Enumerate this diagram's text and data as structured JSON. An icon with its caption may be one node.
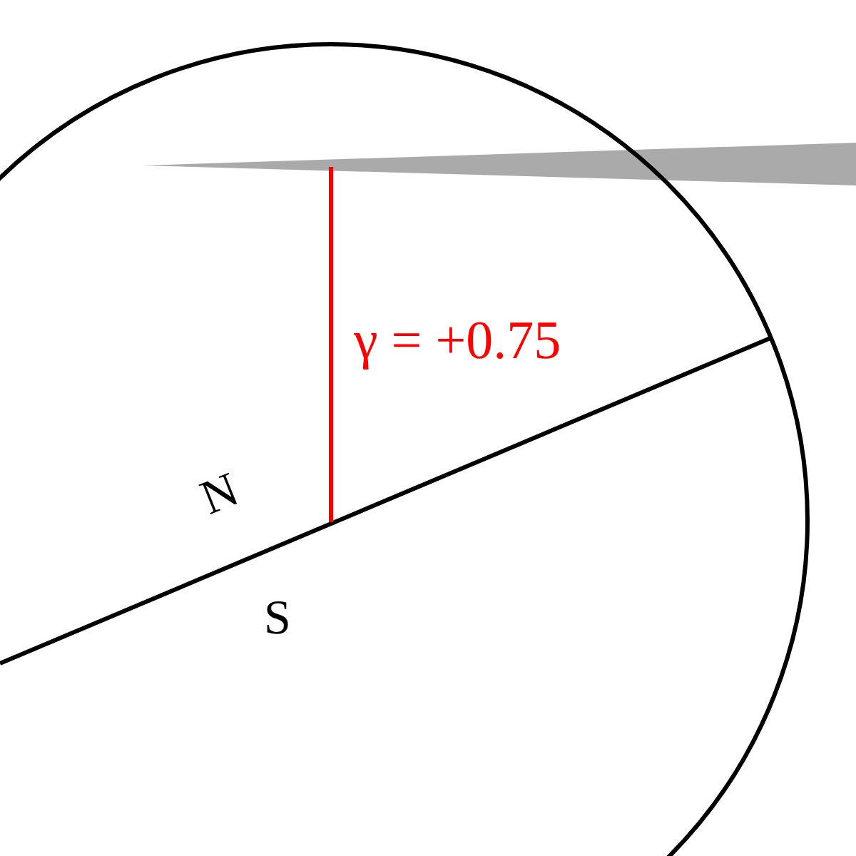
{
  "diagram": {
    "labels": [
      "γ = +0.75",
      "N",
      "S"
    ]
  }
}
